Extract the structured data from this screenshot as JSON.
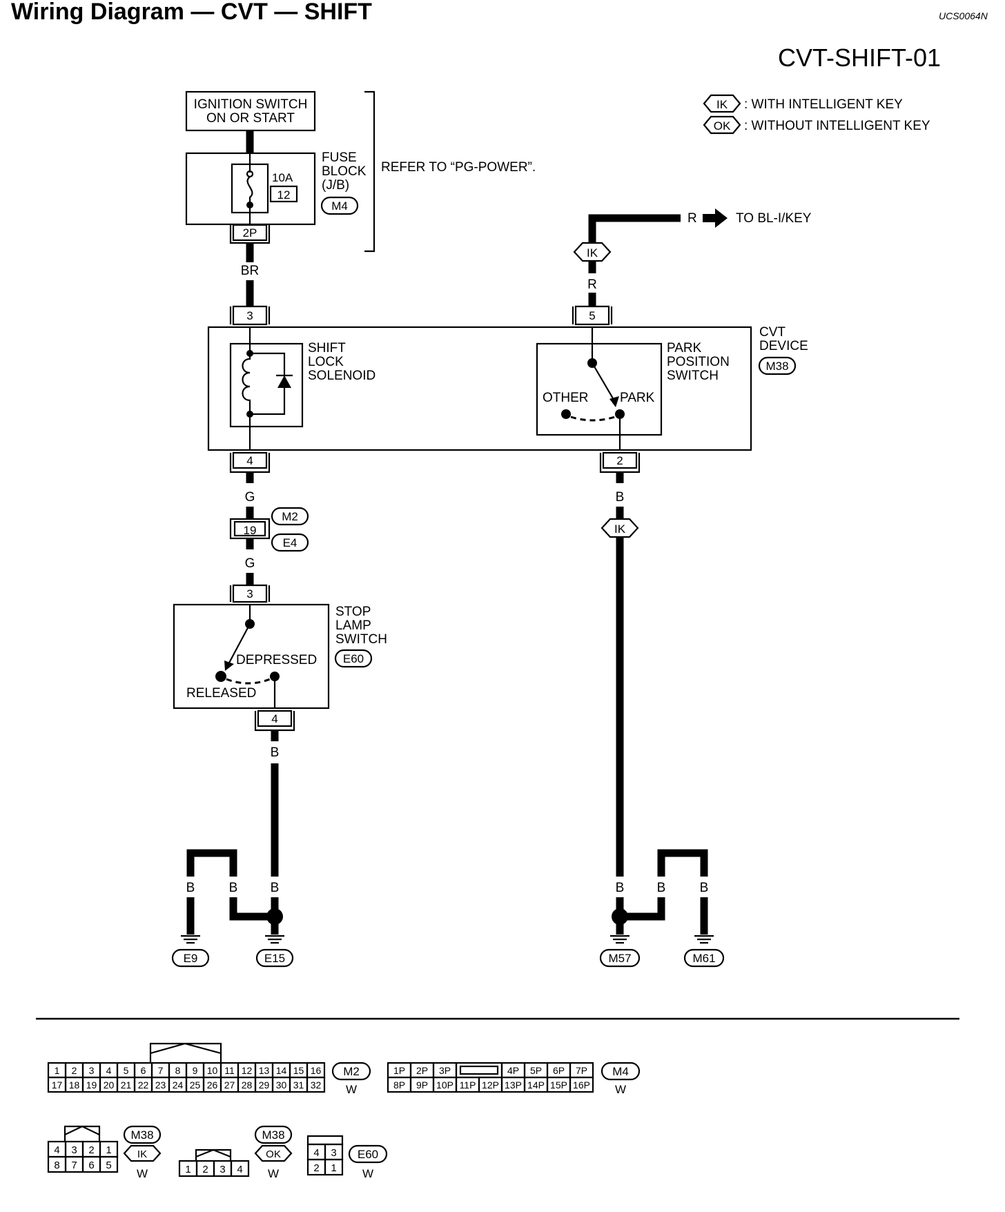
{
  "header": {
    "title": "Wiring Diagram — CVT — SHIFT",
    "code": "UCS0064N",
    "diagram_id": "CVT-SHIFT-01"
  },
  "legend": {
    "ik_tag": "IK",
    "ik_desc": ": WITH INTELLIGENT KEY",
    "ok_tag": "OK",
    "ok_desc": ": WITHOUT INTELLIGENT KEY"
  },
  "ignition": {
    "line1": "IGNITION SWITCH",
    "line2": "ON OR START"
  },
  "fuse_block": {
    "label1": "FUSE",
    "label2": "BLOCK",
    "label3": "(J/B)",
    "connector": "M4",
    "amps": "10A",
    "fuse_no": "12",
    "pin": "2P"
  },
  "refer": "REFER TO “PG-POWER”.",
  "wires": {
    "br": "BR",
    "r_upper": "R",
    "r_lower": "R",
    "g_upper": "G",
    "g_lower": "G",
    "b_stop": "B",
    "b_park": "B",
    "gnd_b1": "B",
    "gnd_b2": "B",
    "gnd_b3": "B",
    "gnd_b4": "B",
    "gnd_b5": "B",
    "gnd_b6": "B"
  },
  "to_bl": {
    "wire": "R",
    "text": "TO BL-I/KEY"
  },
  "cvt_device": {
    "label1": "CVT",
    "label2": "DEVICE",
    "connector": "M38",
    "pin_3": "3",
    "pin_4": "4",
    "pin_5": "5",
    "pin_2": "2"
  },
  "solenoid": {
    "line1": "SHIFT",
    "line2": "LOCK",
    "line3": "SOLENOID"
  },
  "park_switch": {
    "line1": "PARK",
    "line2": "POSITION",
    "line3": "SWITCH",
    "other": "OTHER",
    "park": "PARK"
  },
  "junction": {
    "conn_a": "M2",
    "conn_b": "E4",
    "pin": "19"
  },
  "stop_lamp": {
    "line1": "STOP",
    "line2": "LAMP",
    "line3": "SWITCH",
    "connector": "E60",
    "pin_in": "3",
    "pin_out": "4",
    "depressed": "DEPRESSED",
    "released": "RELEASED"
  },
  "grounds": {
    "g1": "E9",
    "g2": "E15",
    "g3": "M57",
    "g4": "M61"
  },
  "ik_marker_top": "IK",
  "ik_marker_bottom": "IK",
  "connector_views": {
    "m2": {
      "name": "M2",
      "color": "W",
      "row1": [
        "1",
        "2",
        "3",
        "4",
        "5",
        "6",
        "7",
        "8",
        "9",
        "10",
        "11",
        "12",
        "13",
        "14",
        "15",
        "16"
      ],
      "row2": [
        "17",
        "18",
        "19",
        "20",
        "21",
        "22",
        "23",
        "24",
        "25",
        "26",
        "27",
        "28",
        "29",
        "30",
        "31",
        "32"
      ]
    },
    "m4": {
      "name": "M4",
      "color": "W",
      "row1": [
        "1P",
        "2P",
        "3P",
        "",
        "4P",
        "5P",
        "6P",
        "7P"
      ],
      "row2": [
        "8P",
        "9P",
        "10P",
        "11P",
        "12P",
        "13P",
        "14P",
        "15P",
        "16P"
      ]
    },
    "m38_ik": {
      "name": "M38",
      "tag": "IK",
      "color": "W",
      "row1": [
        "4",
        "3",
        "2",
        "1"
      ],
      "row2": [
        "8",
        "7",
        "6",
        "5"
      ]
    },
    "m38_ok": {
      "name": "M38",
      "tag": "OK",
      "color": "W",
      "row1": [
        "1",
        "2",
        "3",
        "4"
      ]
    },
    "e60": {
      "name": "E60",
      "color": "W",
      "row1": [
        "4",
        "3"
      ],
      "row2": [
        "2",
        "1"
      ]
    }
  }
}
